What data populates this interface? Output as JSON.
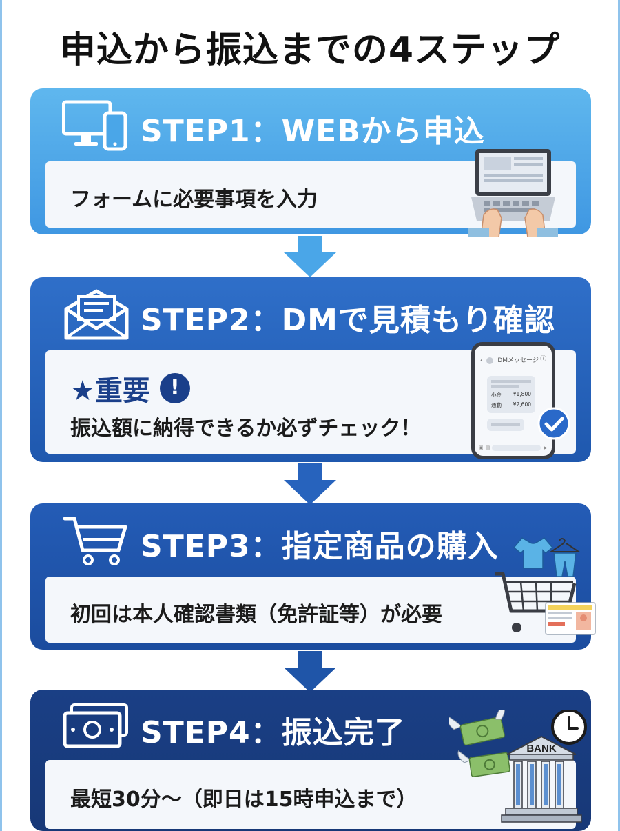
{
  "page": {
    "title": "申込から振込までの4ステップ"
  },
  "steps": [
    {
      "title": "STEP1：WEBから申込",
      "icon": "devices-icon",
      "body": "フォームに必要事項を入力",
      "illustration": "laptop-typing"
    },
    {
      "title": "STEP2：DMで見積もり確認",
      "icon": "envelope-icon",
      "important_label": "★重要",
      "important_mark": "!",
      "body": "振込額に納得できるか必ずチェック！",
      "illustration": "phone-dm",
      "phone": {
        "header": "DMメッセージ",
        "rows": [
          {
            "label": "小金",
            "value": "¥1,800"
          },
          {
            "label": "通動",
            "value": "¥2,600"
          }
        ]
      }
    },
    {
      "title": "STEP3：指定商品の購入",
      "icon": "cart-icon",
      "body": "初回は本人確認書類（免許証等）が必要",
      "illustration": "cart-clothes-id"
    },
    {
      "title": "STEP4：振込完了",
      "icon": "money-icon",
      "body": "最短30分〜（即日は15時申込まで）",
      "illustration": "bank-clock",
      "bank_label": "BANK"
    }
  ],
  "colors": {
    "step1": "#4aa6e8",
    "step2": "#2763bd",
    "step3": "#1f55a8",
    "step4": "#183b7e",
    "accent_dark": "#1a3f8a"
  }
}
